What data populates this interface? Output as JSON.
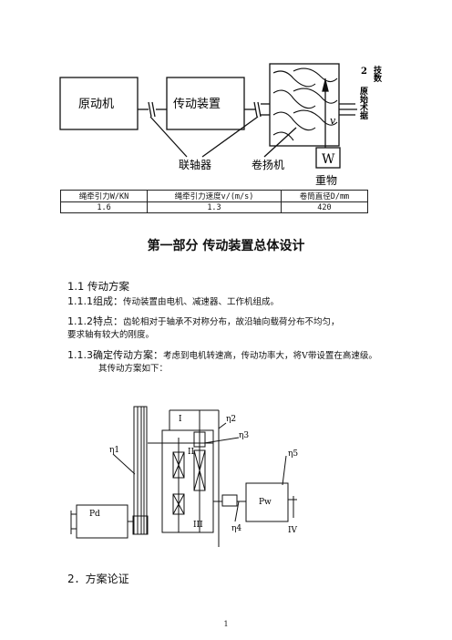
{
  "diagram1": {
    "motor_label": "原动机",
    "transmission_label": "传动装置",
    "coupling_label": "联轴器",
    "winch_label": "卷扬机",
    "weight_box_label": "W",
    "weight_caption": "重物",
    "velocity_symbol": "v",
    "side_number": "2",
    "side_col1": "原始术据",
    "side_col2": "技数"
  },
  "params_table": {
    "headers": [
      "绳牵引力W/KN",
      "绳牵引力速度v/(m/s)",
      "卷筒直径D/mm"
    ],
    "values": [
      "1.6",
      "1.3",
      "420"
    ]
  },
  "heading": "第一部分 传动装置总体设计",
  "section_1_1": {
    "number": "1.1",
    "title": "传动方案"
  },
  "item_1_1_1": {
    "label": "1.1.1组成：",
    "text": "传动装置由电机、减速器、工作机组成。"
  },
  "item_1_1_2": {
    "label": "1.1.2特点：",
    "text": "齿轮相对于轴承不对称分布，故沿轴向载荷分布不均匀，",
    "text2": "要求轴有较大的刚度。"
  },
  "item_1_1_3": {
    "label": "1.1.3确定传动方案：",
    "text": "考虑到电机转速高，传动功率大，将V带设置在高速级。",
    "text2": "其传动方案如下："
  },
  "diagram2": {
    "pd": "Pd",
    "pw": "Pw",
    "eta1": "η1",
    "eta2": "η2",
    "eta3": "η3",
    "eta4": "η4",
    "eta5": "η5",
    "shaft1": "I",
    "shaft2": "II",
    "shaft3": "III",
    "shaft4": "IV"
  },
  "section_2": {
    "number": "2．",
    "title": "方案论证"
  },
  "page_number": "1"
}
